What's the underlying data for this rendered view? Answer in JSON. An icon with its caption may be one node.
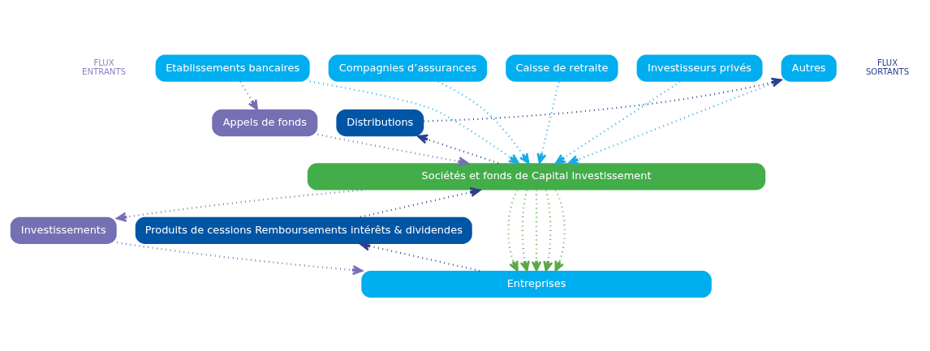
{
  "diagram": {
    "nodes": [
      {
        "text": [
          "Etablissements bancaires"
        ]
      },
      {
        "text": [
          "Compagnies d’assurances"
        ]
      },
      {
        "text": [
          "Caisse de retraite"
        ]
      },
      {
        "text": [
          "Investisseurs privés"
        ]
      },
      {
        "text": [
          "Autres"
        ]
      },
      {
        "text": [
          "Appels de fonds"
        ]
      },
      {
        "text": [
          "Distributions"
        ]
      },
      {
        "text": [
          "Sociétés et fonds de Capital Investissement"
        ]
      },
      {
        "text": [
          "Investissements"
        ]
      },
      {
        "text": [
          "Produits de cessions Remboursements intérêts & dividendes"
        ]
      },
      {
        "text": [
          "Entreprises"
        ]
      }
    ],
    "edges": [
      {
        "from": 0,
        "to": 5,
        "arrow": "to",
        "color": "#7570b3"
      },
      {
        "from": 0,
        "to": 7,
        "arrow": "to"
      },
      {
        "from": 1,
        "to": 7,
        "arrow": "to"
      },
      {
        "from": 2,
        "to": 7,
        "arrow": "to"
      },
      {
        "from": 3,
        "to": 7,
        "arrow": "to"
      },
      {
        "from": 4,
        "to": 7,
        "arrow": "to"
      },
      {
        "from": 5,
        "to": 7,
        "arrow": "to",
        "color": "#7570b3"
      },
      {
        "from": 7,
        "to": 8,
        "arrow": "to",
        "color": "#7570b3"
      },
      {
        "from": 8,
        "to": 10,
        "arrow": "to",
        "color": "#7570b3"
      },
      {
        "from": 7,
        "to": 10,
        "arrow": "to",
        "color": "#5aa847"
      },
      {
        "from": 7,
        "to": 10,
        "arrow": "to",
        "color": "#5aa847"
      },
      {
        "from": 7,
        "to": 10,
        "arrow": "to",
        "color": "#5aa847"
      },
      {
        "from": 7,
        "to": 10,
        "arrow": "to",
        "color": "#5aa847"
      },
      {
        "from": 7,
        "to": 10,
        "arrow": "to",
        "color": "#5aa847"
      },
      {
        "from": 10,
        "to": 9,
        "arrow": "to",
        "color": "#2b3f8f"
      },
      {
        "from": 9,
        "to": 7,
        "arrow": "to",
        "color": "#2b3f8f"
      },
      {
        "from": 7,
        "to": 6,
        "arrow": "to",
        "color": "#2b3f8f"
      },
      {
        "from": 6,
        "to": 4,
        "arrow": "to",
        "color": "#2b3f8f"
      }
    ],
    "labels": [
      "FLUX ENTRANTS",
      "FLUX SORTANTS"
    ]
  }
}
